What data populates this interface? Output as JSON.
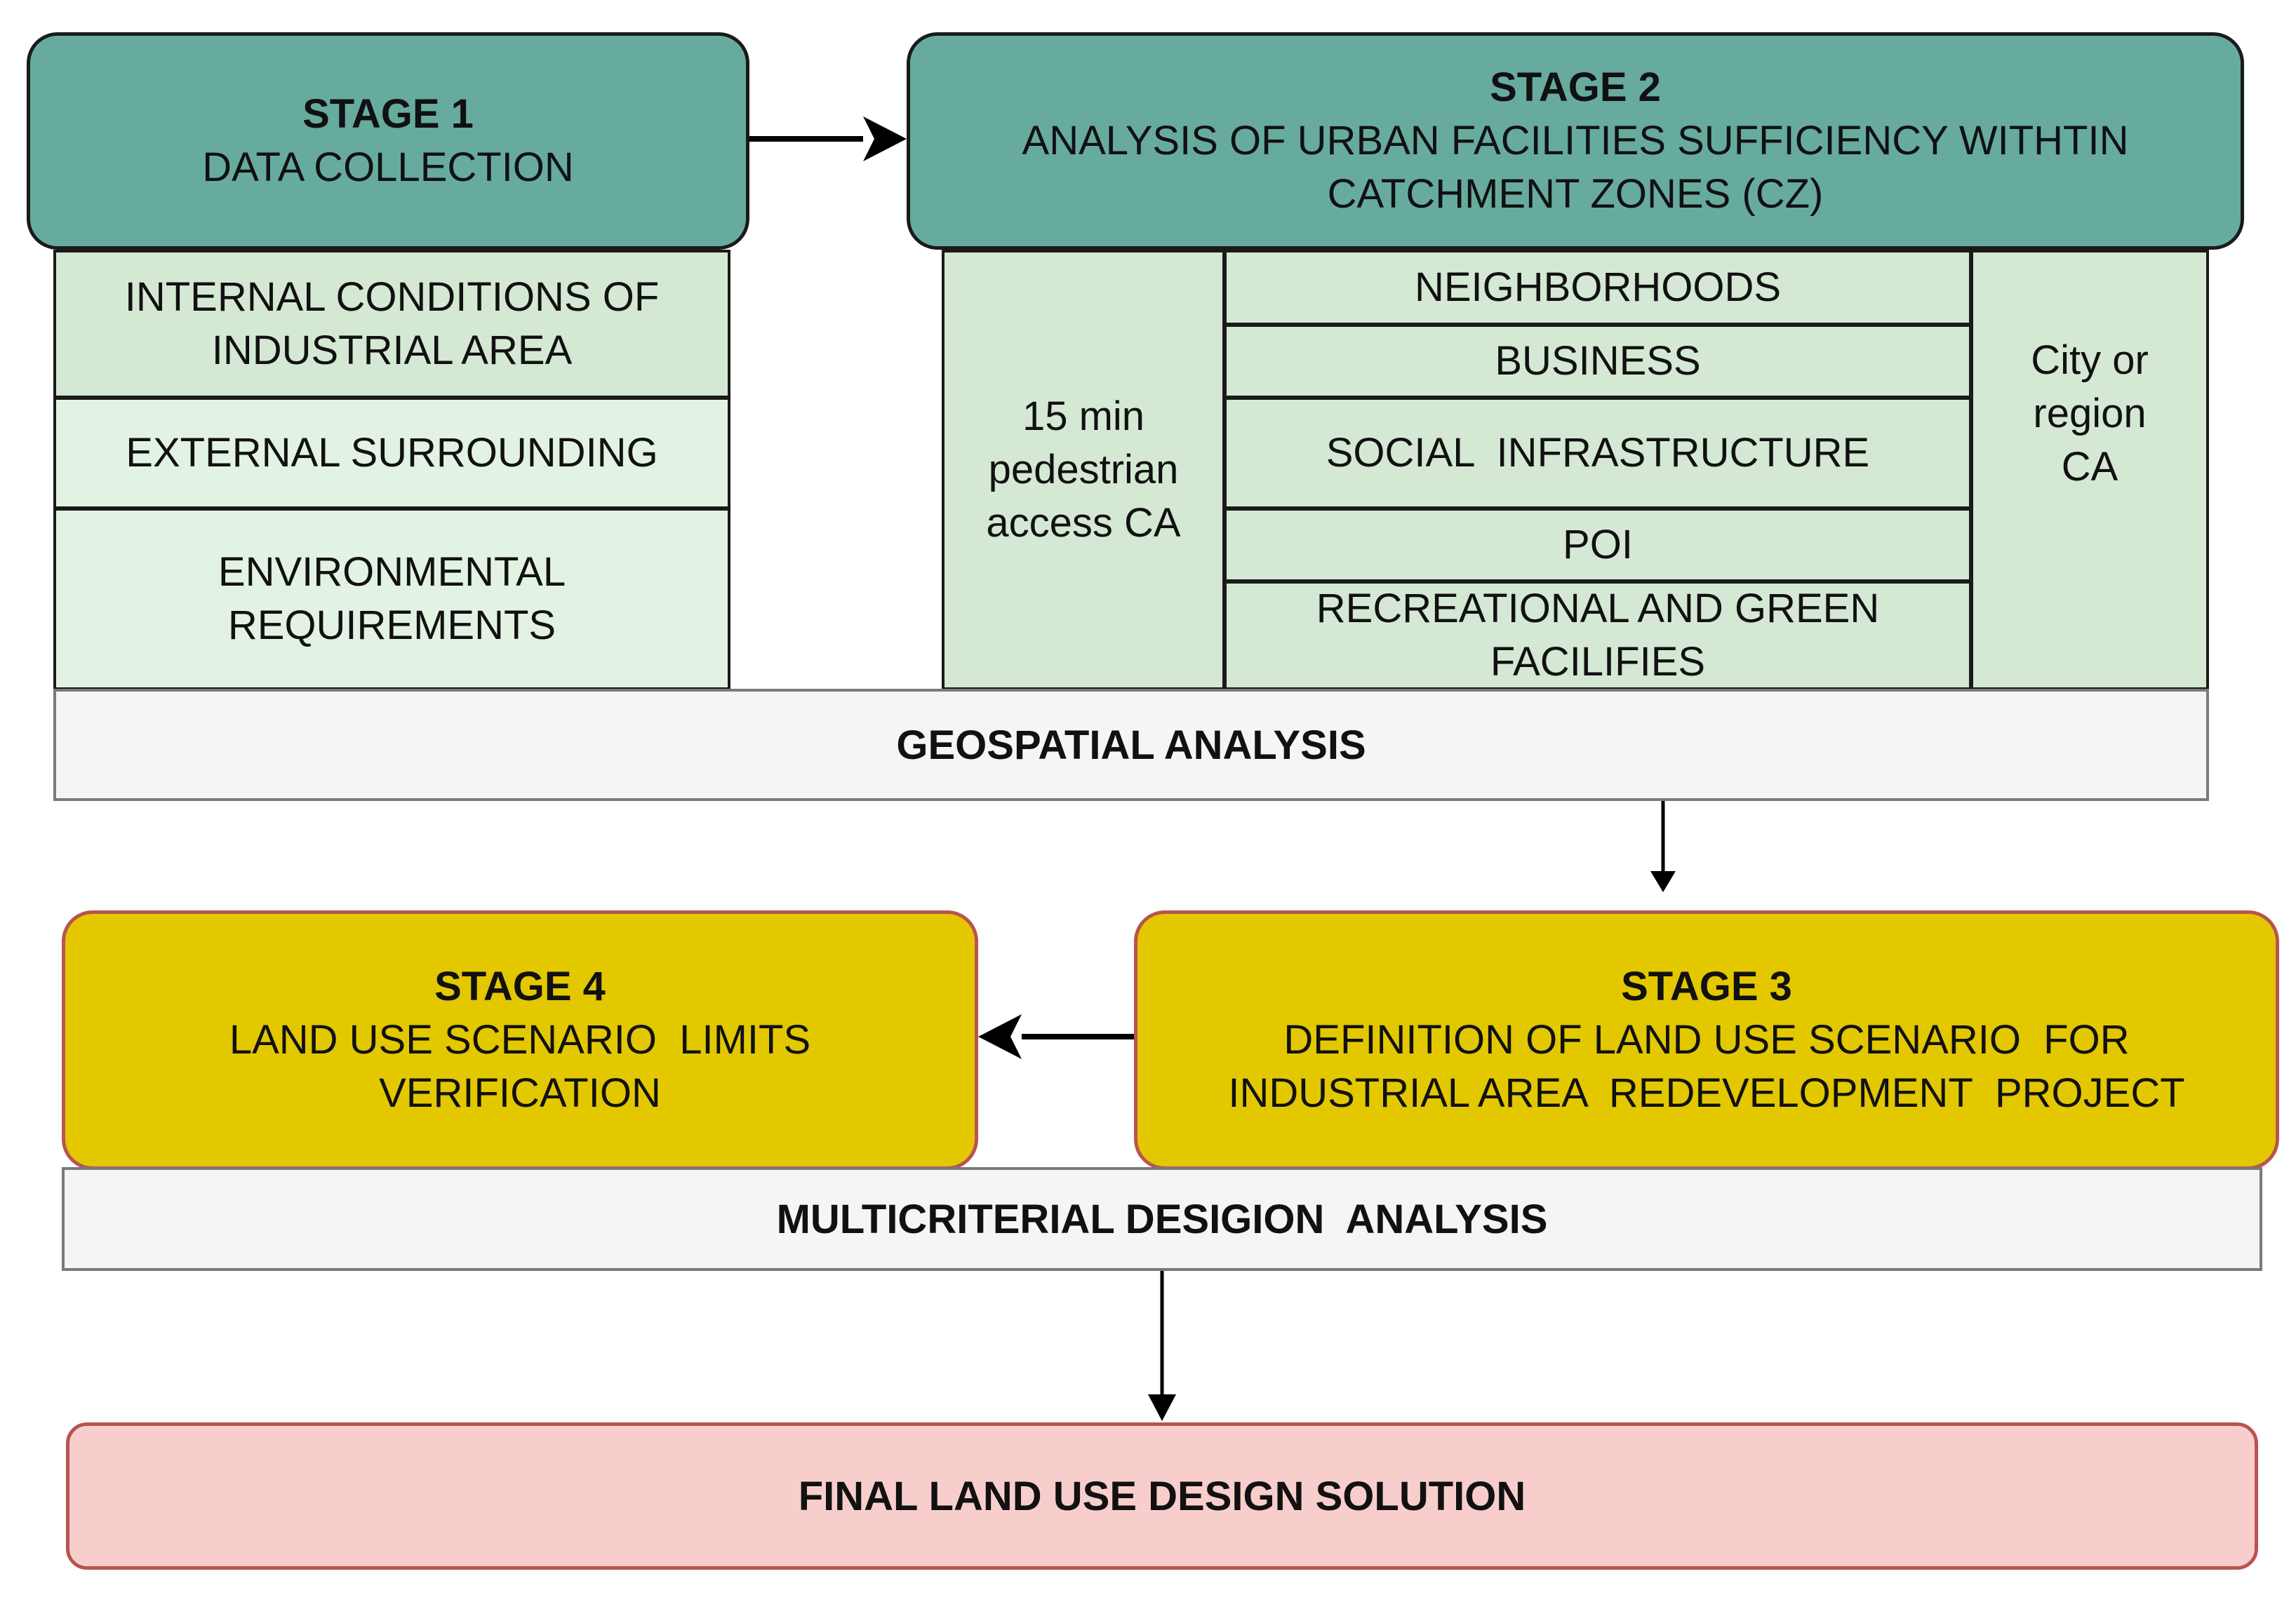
{
  "stage1": {
    "title": "STAGE 1",
    "subtitle": "DATA COLLECTION"
  },
  "stage1_items": [
    "INTERNAL CONDITIONS OF INDUSTRIAL AREA",
    "EXTERNAL SURROUNDING",
    "ENVIRONMENTAL REQUIREMENTS"
  ],
  "stage2": {
    "title": "STAGE 2",
    "subtitle_line1": "ANALYSIS OF URBAN FACILITIES SUFFICIENCY WITHTIN",
    "subtitle_line2": "CATCHMENT ZONES (CZ)"
  },
  "stage2_left": "15 min pedestrian access CA",
  "stage2_items": [
    "NEIGHBORHOODS",
    "BUSINESS",
    "SOCIAL  INFRASTRUCTURE",
    "POI",
    "RECREATIONAL AND GREEN FACILIFIES"
  ],
  "stage2_right": "City or region CA",
  "geospatial": "GEOSPATIAL ANALYSIS",
  "stage3": {
    "title": "STAGE 3",
    "subtitle_line1": "DEFINITION OF LAND USE SCENARIO  FOR",
    "subtitle_line2": "INDUSTRIAL AREA  REDEVELOPMENT  PROJECT"
  },
  "stage4": {
    "title": "STAGE 4",
    "subtitle_line1": "LAND USE SCENARIO  LIMITS",
    "subtitle_line2": "VERIFICATION"
  },
  "multicriteria": "MULTICRITERIAL DESIGION  ANALYSIS",
  "final": "FINAL LAND USE DESIGN SOLUTION",
  "colors": {
    "stage_teal": "#67ab9f",
    "stage_yellow": "#e3c800",
    "cell_green": "#d5e8d4",
    "band_gray": "#f5f5f5",
    "final_pink": "#f8cecc"
  }
}
